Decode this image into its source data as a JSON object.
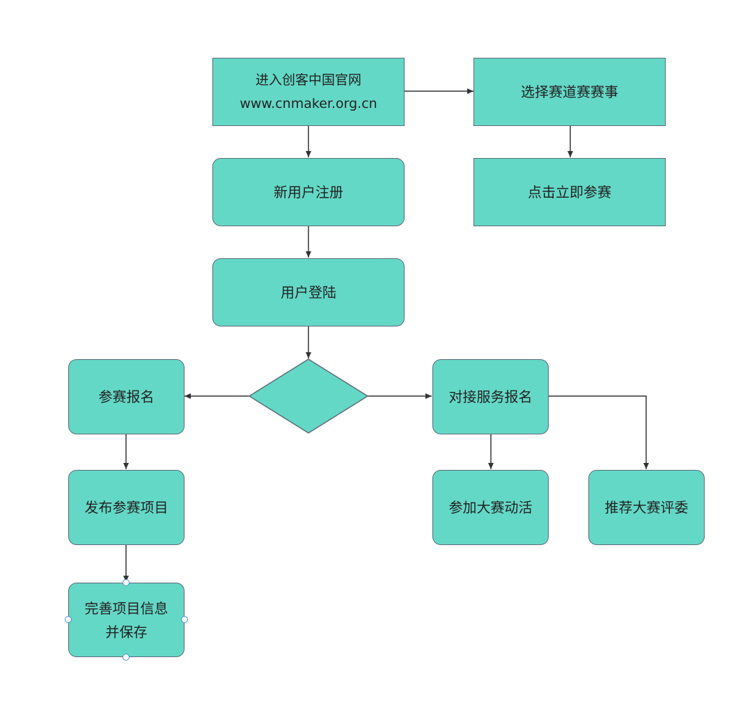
{
  "colors": {
    "node_fill": "#64d8c6",
    "node_border": "#5a6b78",
    "connector": "#333333",
    "selection_handle": "#4a90d9"
  },
  "nodes": {
    "enter_site": "进入创客中国官网\nwww.cnmaker.org.cn",
    "choose_track": "选择赛道赛赛事",
    "register": "新用户注册",
    "join_now": "点击立即参赛",
    "login": "用户登陆",
    "decision": "",
    "contest_signup": "参赛报名",
    "service_signup": "对接服务报名",
    "publish_project": "发布参赛项目",
    "join_activity": "参加大赛动活",
    "recommend_judge": "推荐大赛评委",
    "complete_info": "完善项目信息\n并保存"
  },
  "selected_node": "complete_info"
}
